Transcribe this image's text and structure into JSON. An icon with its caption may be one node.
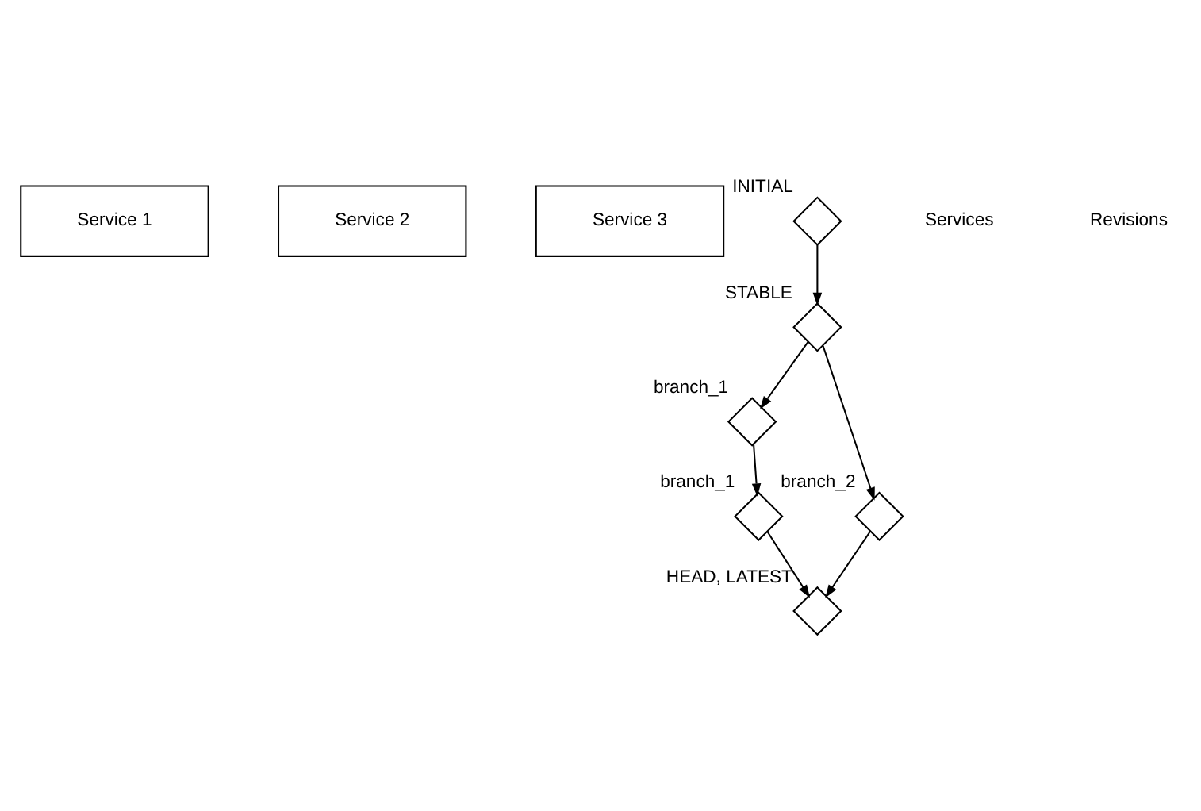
{
  "diagram": {
    "nodes": [
      {
        "text": [
          "Service 1"
        ]
      },
      {
        "text": [
          "Service 2"
        ]
      },
      {
        "text": [
          "Service 3"
        ]
      },
      {
        "text": [],
        "shape": "diamond",
        "beside": [
          "INITIAL"
        ]
      },
      {
        "text": [],
        "shape": "diamond",
        "beside": [
          "STABLE"
        ]
      },
      {
        "text": [],
        "shape": "diamond",
        "beside": [
          "branch_1"
        ]
      },
      {
        "text": [],
        "shape": "diamond",
        "beside": [
          "branch_2"
        ]
      },
      {
        "text": [],
        "shape": "diamond",
        "beside": [
          "branch_1"
        ]
      },
      {
        "text": [],
        "shape": "diamond",
        "beside": [
          "HEAD, LATEST"
        ]
      }
    ],
    "edges": [
      {
        "from": 3,
        "to": 4,
        "arrow": "to"
      },
      {
        "from": 4,
        "to": 5,
        "arrow": "to"
      },
      {
        "from": 4,
        "to": 6,
        "arrow": "to"
      },
      {
        "from": 5,
        "to": 7,
        "arrow": "to"
      },
      {
        "from": 7,
        "to": 8,
        "arrow": "to"
      },
      {
        "from": 6,
        "to": 8,
        "arrow": "to"
      }
    ],
    "labels": [
      "Services",
      "Revisions"
    ]
  }
}
